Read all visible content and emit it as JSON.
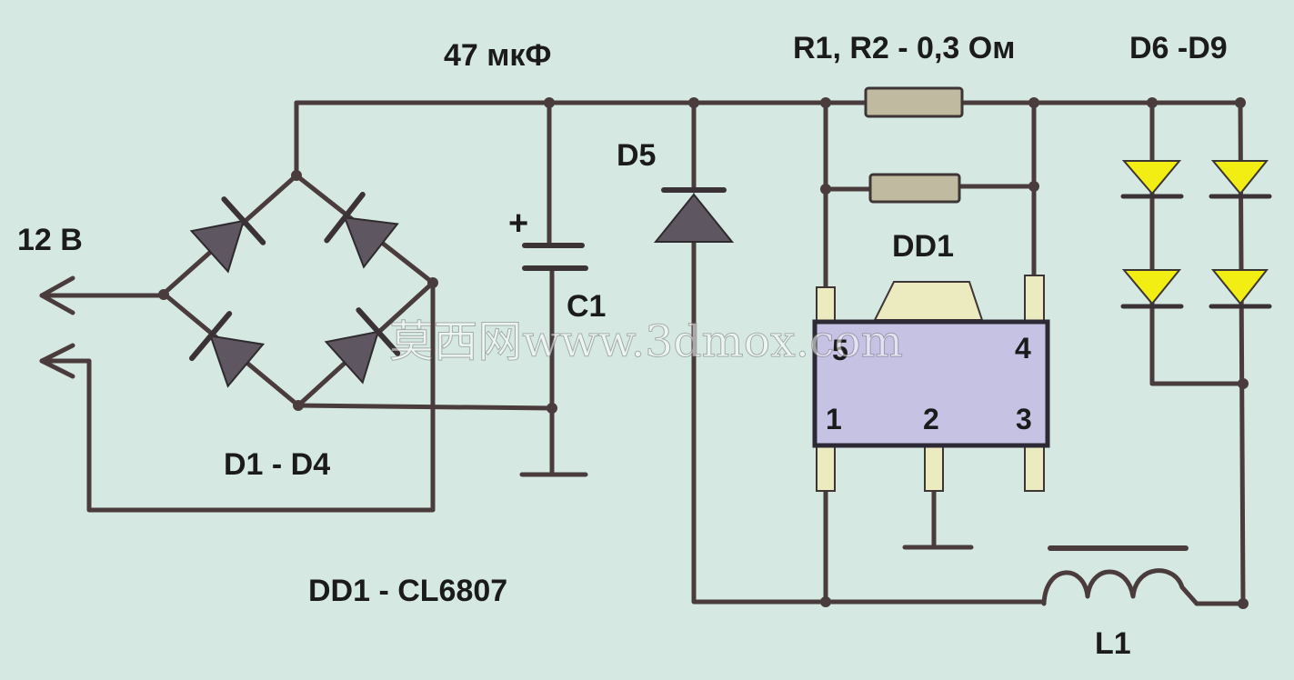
{
  "labels": {
    "capacitance": "47 мкФ",
    "resistors": "R1, R2 - 0,3 Ом",
    "leds": "D6 -D9",
    "diode5": "D5",
    "supply": "12 В",
    "cap_polarity": "+",
    "capacitor": "C1",
    "chip": "DD1",
    "bridge": "D1 - D4",
    "chip_type": "DD1 - CL6807",
    "inductor": "L1"
  },
  "chip_pins": [
    "5",
    "4",
    "1",
    "2",
    "3"
  ],
  "watermark": "莫西网www.3dmox.com",
  "colors": {
    "background": "#d6e8e2",
    "wire": "#4a3c3c",
    "led": "#f2ee14",
    "chip": "#c6c2e4",
    "resistor": "#c0bba0",
    "diode": "#5e5660"
  }
}
